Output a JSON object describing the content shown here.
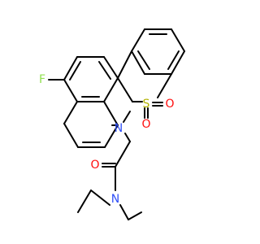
{
  "molecule": {
    "atoms": {
      "fluorine": "F",
      "sulfur": "S",
      "oxygen_sulfonyl_right": "O",
      "oxygen_sulfonyl_down": "O",
      "nitrogen_ring": "N",
      "oxygen_carbonyl": "O",
      "nitrogen_amide": "N"
    },
    "colors": {
      "bond": "#000000",
      "fluorine": "#90E050",
      "sulfur": "#B2B200",
      "oxygen": "#FF0D0D",
      "nitrogen": "#3050F8"
    }
  }
}
